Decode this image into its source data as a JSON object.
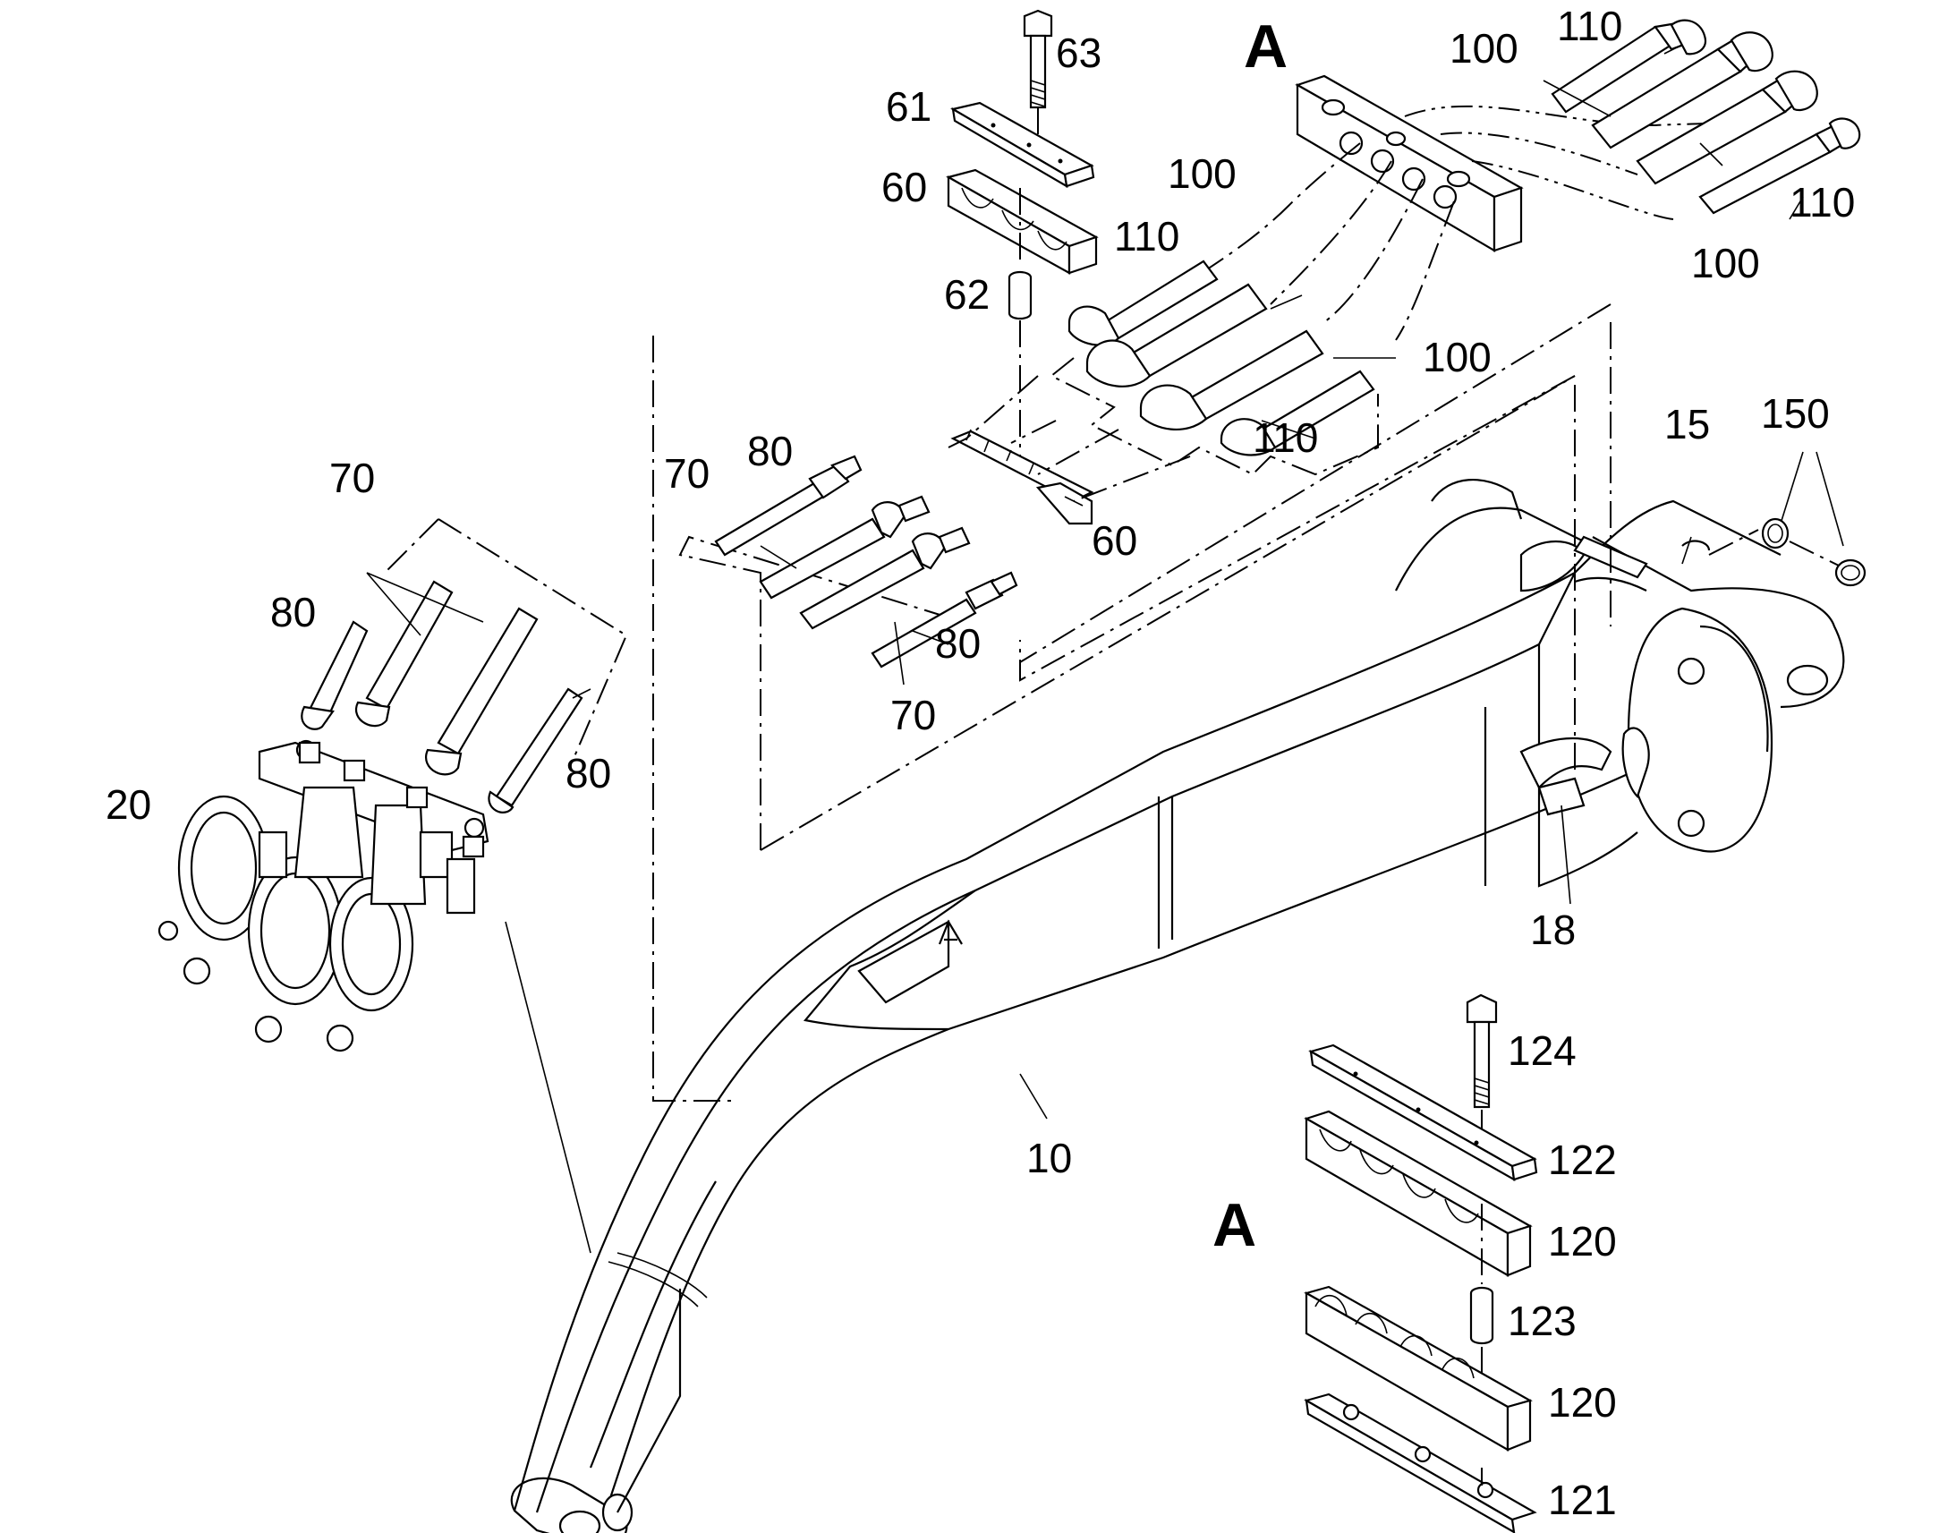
{
  "view_labels": {
    "view_a_top": "A",
    "view_a_bottom": "A"
  },
  "callouts": {
    "c63": "63",
    "c61": "61",
    "c60a": "60",
    "c62": "62",
    "c60b": "60",
    "c110a": "110",
    "c100a": "100",
    "c100b": "100",
    "c110b": "110",
    "c100c": "100",
    "c110c": "110",
    "c110d": "110",
    "c100d": "100",
    "c80a": "80",
    "c70a": "70",
    "c80b": "80",
    "c70b": "70",
    "c70c": "70",
    "c80c": "80",
    "c80d": "80",
    "c20": "20",
    "c15": "15",
    "c150": "150",
    "c18": "18",
    "c10": "10",
    "c124": "124",
    "c122": "122",
    "c120a": "120",
    "c123": "123",
    "c120b": "120",
    "c121": "121"
  },
  "icons": [
    "bolt-icon",
    "clamp-plate-icon",
    "clamp-half-icon",
    "spacer-sleeve-icon",
    "hose-icon",
    "connector-fitting-icon",
    "snap-ring-icon",
    "arm-structure-icon",
    "hose-bundle-icon"
  ]
}
